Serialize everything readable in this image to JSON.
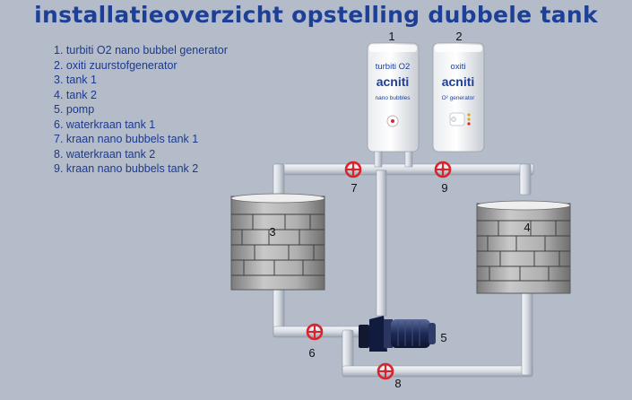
{
  "title": "installatieoverzicht opstelling dubbele tank",
  "legend": [
    "1. turbiti O2 nano bubbel generator",
    "2. oxiti zuurstofgenerator",
    "3. tank 1",
    "4. tank 2",
    "5. pomp",
    "6. waterkraan tank 1",
    "7. kraan nano bubbels tank 1",
    "8. waterkraan tank 2",
    "9. kraan nano bubbels tank 2"
  ],
  "units": {
    "turbiti": {
      "number": "1",
      "name": "turbiti O2",
      "brand": "acniti",
      "subtitle": "nano bubbles"
    },
    "oxiti": {
      "number": "2",
      "name": "oxiti",
      "brand": "acniti",
      "subtitle": "O² generator"
    }
  },
  "callouts": {
    "tank1": "3",
    "tank2": "4",
    "pump": "5",
    "valve6": "6",
    "valve7": "7",
    "valve8": "8",
    "valve9": "9"
  },
  "colors": {
    "title": "#1d3f96",
    "background": "#b4bcca",
    "pipe": "#dfe3e9",
    "valve": "#d8242a",
    "pump": "#1e2a55"
  }
}
